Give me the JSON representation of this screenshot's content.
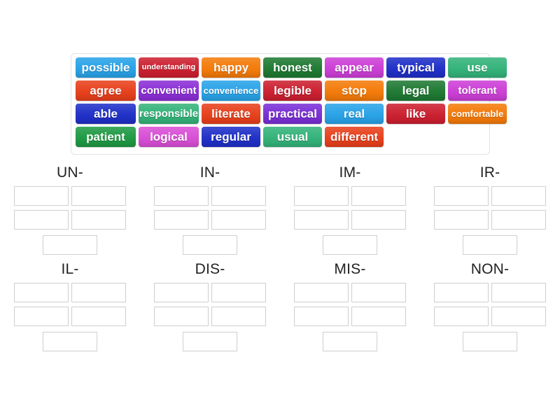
{
  "activity": {
    "type": "group-sort",
    "word_bank": {
      "rows": [
        [
          {
            "label": "possible",
            "color": "#29a3e8",
            "size": "fs-17",
            "width": 86
          },
          {
            "label": "understanding",
            "color": "#cc2030",
            "size": "fs-11",
            "width": 86
          },
          {
            "label": "happy",
            "color": "#f47b0a",
            "size": "fs-17",
            "width": 84
          },
          {
            "label": "honest",
            "color": "#1f7a33",
            "size": "fs-17",
            "width": 84
          },
          {
            "label": "appear",
            "color": "#cc3fd6",
            "size": "fs-17",
            "width": 84
          },
          {
            "label": "typical",
            "color": "#2030c8",
            "size": "fs-17",
            "width": 84
          },
          {
            "label": "use",
            "color": "#34b37a",
            "size": "fs-17",
            "width": 84
          }
        ],
        [
          {
            "label": "agree",
            "color": "#e8401c",
            "size": "fs-17",
            "width": 86
          },
          {
            "label": "convenient",
            "color": "#8b2fd6",
            "size": "fs-15",
            "width": 86
          },
          {
            "label": "convenience",
            "color": "#29a3e8",
            "size": "fs-13",
            "width": 84
          },
          {
            "label": "legible",
            "color": "#cc2030",
            "size": "fs-17",
            "width": 84
          },
          {
            "label": "stop",
            "color": "#f47b0a",
            "size": "fs-17",
            "width": 84
          },
          {
            "label": "legal",
            "color": "#1f7a33",
            "size": "fs-17",
            "width": 84
          },
          {
            "label": "tolerant",
            "color": "#cc3fd6",
            "size": "fs-15",
            "width": 84
          }
        ],
        [
          {
            "label": "able",
            "color": "#2030c8",
            "size": "fs-17",
            "width": 86
          },
          {
            "label": "responsible",
            "color": "#34b37a",
            "size": "fs-15",
            "width": 86
          },
          {
            "label": "literate",
            "color": "#e8401c",
            "size": "fs-17",
            "width": 84
          },
          {
            "label": "practical",
            "color": "#7a2fd6",
            "size": "fs-17",
            "width": 84
          },
          {
            "label": "real",
            "color": "#29a3e8",
            "size": "fs-17",
            "width": 84
          },
          {
            "label": "like",
            "color": "#cc2030",
            "size": "fs-17",
            "width": 84
          },
          {
            "label": "comfortable",
            "color": "#f47b0a",
            "size": "fs-13",
            "width": 84
          }
        ],
        [
          {
            "label": "patient",
            "color": "#1f9a44",
            "size": "fs-17",
            "width": 86
          },
          {
            "label": "logical",
            "color": "#d94fd6",
            "size": "fs-17",
            "width": 86
          },
          {
            "label": "regular",
            "color": "#2030c8",
            "size": "fs-17",
            "width": 84
          },
          {
            "label": "usual",
            "color": "#34b37a",
            "size": "fs-17",
            "width": 84
          },
          {
            "label": "different",
            "color": "#e8401c",
            "size": "fs-17",
            "width": 84
          }
        ]
      ]
    },
    "groups": [
      {
        "title": "UN-",
        "slots": 5
      },
      {
        "title": "IN-",
        "slots": 5
      },
      {
        "title": "IM-",
        "slots": 5
      },
      {
        "title": "IR-",
        "slots": 5
      },
      {
        "title": "IL-",
        "slots": 5
      },
      {
        "title": "DIS-",
        "slots": 5
      },
      {
        "title": "MIS-",
        "slots": 5
      },
      {
        "title": "NON-",
        "slots": 5
      }
    ]
  }
}
